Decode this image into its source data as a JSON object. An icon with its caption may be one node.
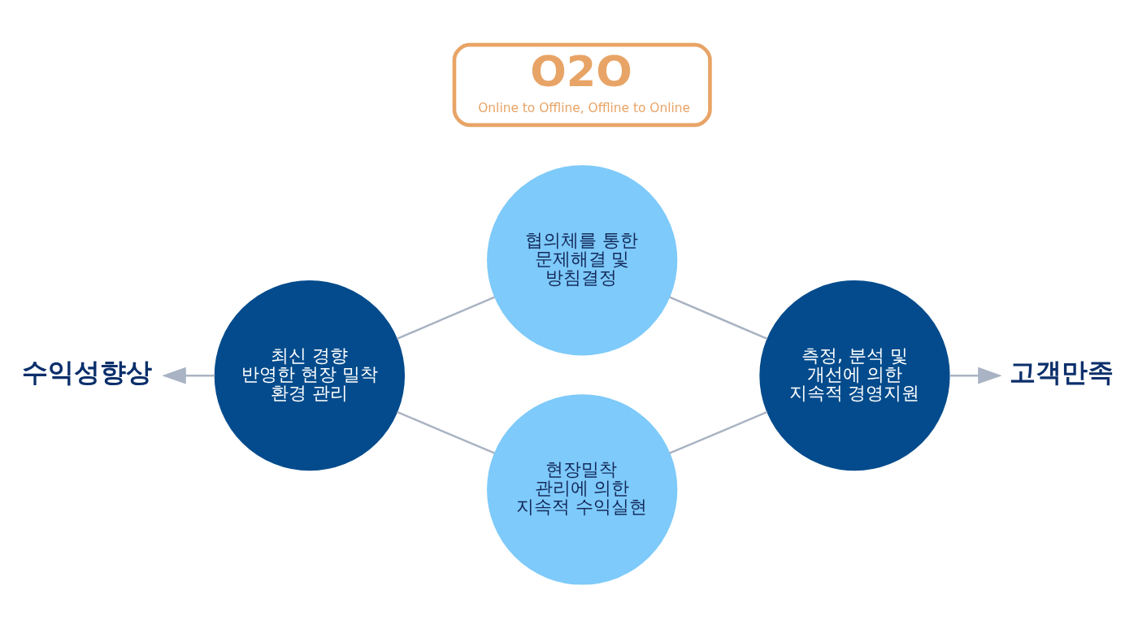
{
  "diagram": {
    "nodes": [
      {
        "text": [
          "협의체를 통한 문제해결 및 방침결정"
        ]
      },
      {
        "text": [
          "수익성향상"
        ]
      },
      {
        "text": [
          "최신 경향 반영한 현장 밀착 환경 관리"
        ]
      },
      {
        "text": [
          "O2O",
          "Online to Offline, Offline to Online"
        ]
      },
      {
        "text": [
          "측정, 분석 및 개선에 의한 지속적 경영지원"
        ]
      },
      {
        "text": [
          "고객만족"
        ]
      },
      {
        "text": [
          "현장밀착 관리에 의한 지속적 수익실현"
        ]
      }
    ],
    "edges": [
      {
        "from": 2,
        "to": 1,
        "arrow": "to"
      },
      {
        "from": 2,
        "to": 0,
        "arrow": "none"
      },
      {
        "from": 2,
        "to": 6,
        "arrow": "none"
      },
      {
        "from": 0,
        "to": 4,
        "arrow": "none"
      },
      {
        "from": 6,
        "to": 4,
        "arrow": "none"
      },
      {
        "from": 4,
        "to": 5,
        "arrow": "to"
      }
    ]
  }
}
